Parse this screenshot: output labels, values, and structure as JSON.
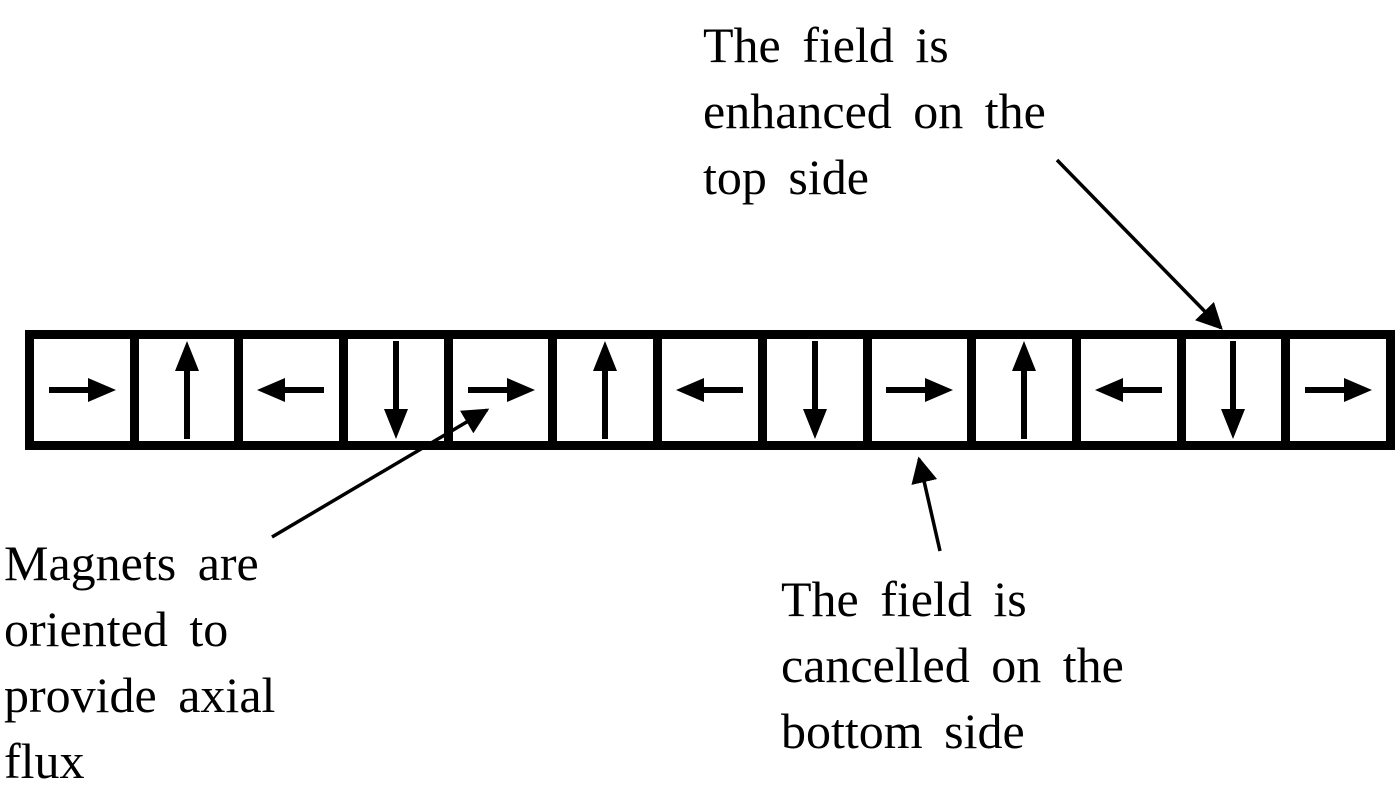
{
  "diagram": {
    "type": "halbach-array",
    "colors": {
      "ink": "#000000",
      "background": "#ffffff"
    },
    "magnet_array": {
      "cell_count": 13,
      "cells": [
        {
          "direction": "right"
        },
        {
          "direction": "up"
        },
        {
          "direction": "left"
        },
        {
          "direction": "down"
        },
        {
          "direction": "right"
        },
        {
          "direction": "up"
        },
        {
          "direction": "left"
        },
        {
          "direction": "down"
        },
        {
          "direction": "right"
        },
        {
          "direction": "up"
        },
        {
          "direction": "left"
        },
        {
          "direction": "down"
        },
        {
          "direction": "right"
        }
      ]
    },
    "annotations": {
      "enhanced": {
        "text": "The field is\nenhanced on the\ntop side"
      },
      "axial_flux": {
        "text": "Magnets are\noriented to\nprovide axial\nflux"
      },
      "cancelled": {
        "text": "The field is\ncancelled on the\nbottom side"
      }
    }
  }
}
